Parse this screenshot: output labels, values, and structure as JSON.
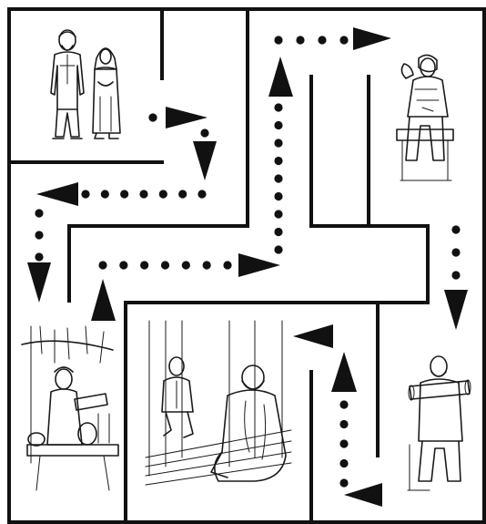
{
  "puzzle": {
    "kind": "maze",
    "description_text": ""
  },
  "scenes": [
    {
      "id": "couple"
    },
    {
      "id": "man-holding-bird"
    },
    {
      "id": "scholar-at-scroll"
    },
    {
      "id": "boy-with-teachers-in-temple"
    },
    {
      "id": "man-holding-scroll"
    }
  ],
  "colors": {
    "walls": "#111111",
    "path_dots": "#111111",
    "background": "#ffffff"
  }
}
